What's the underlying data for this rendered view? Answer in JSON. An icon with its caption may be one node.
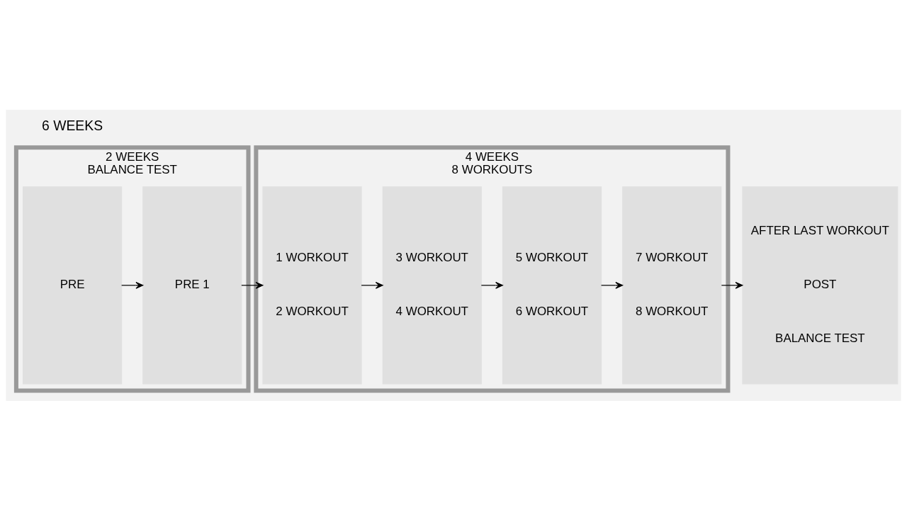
{
  "diagram": {
    "nodes": [
      {
        "text": [
          "2 WEEKS",
          "BALANCE TEST"
        ]
      },
      {
        "text": [
          "PRE"
        ],
        "in": 0
      },
      {
        "text": [
          "PRE 1"
        ],
        "in": 0
      },
      {
        "text": [
          "4 WEEKS",
          "8 WORKOUTS"
        ]
      },
      {
        "text": [
          "1 WORKOUT",
          "2 WORKOUT"
        ],
        "in": 3
      },
      {
        "text": [
          "3 WORKOUT",
          "4 WORKOUT"
        ],
        "in": 3
      },
      {
        "text": [
          "5 WORKOUT",
          "6 WORKOUT"
        ],
        "in": 3
      },
      {
        "text": [
          "7 WORKOUT",
          "8 WORKOUT"
        ],
        "in": 3
      },
      {
        "text": [
          "AFTER LAST WORKOUT",
          "POST",
          "BALANCE TEST"
        ]
      }
    ],
    "edges": [
      {
        "from": 1,
        "to": 2,
        "arrow": "to"
      },
      {
        "from": 2,
        "to": 4,
        "arrow": "to"
      },
      {
        "from": 4,
        "to": 5,
        "arrow": "to"
      },
      {
        "from": 5,
        "to": 6,
        "arrow": "to"
      },
      {
        "from": 6,
        "to": 7,
        "arrow": "to"
      },
      {
        "from": 7,
        "to": 8,
        "arrow": "to"
      }
    ],
    "labels": [
      "6 WEEKS"
    ]
  }
}
